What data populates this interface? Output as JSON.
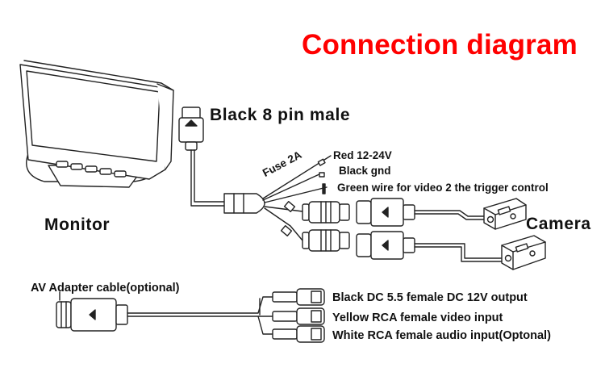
{
  "title": "Connection diagram",
  "labels": {
    "monitor": "Monitor",
    "camera": "Camera",
    "pin_connector": "Black 8 pin male",
    "fuse": "Fuse 2A",
    "red_wire": "Red 12-24V",
    "black_gnd": "Black gnd",
    "green_wire": "Green wire for video 2 the trigger control",
    "av_adapter": "AV Adapter cable(optional)",
    "dc_output": "Black DC 5.5 female DC 12V output",
    "video_input": "Yellow RCA female video input",
    "audio_input": "White RCA female audio input(Optonal)"
  },
  "colors": {
    "title": "#ff0000",
    "line": "#222222",
    "fill": "#ffffff"
  }
}
